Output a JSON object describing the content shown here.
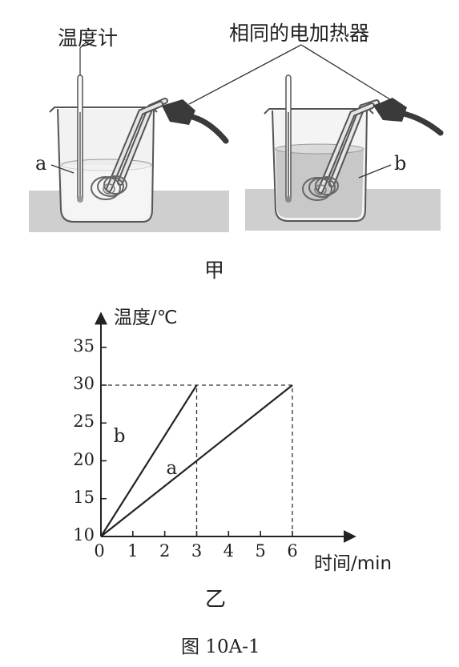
{
  "figure_a": {
    "labels": {
      "thermometer": "温度计",
      "heater": "相同的电加热器",
      "liquid_a": "a",
      "liquid_b": "b",
      "caption": "甲"
    },
    "colors": {
      "table": "#cfcfcf",
      "liquid_b": "#c8c8c8",
      "glass": "#555555",
      "plug": "#3a3a3a"
    }
  },
  "chart_data": {
    "type": "line",
    "ylabel": "温度/℃",
    "xlabel": "时间/min",
    "x_ticks": [
      "0",
      "1",
      "2",
      "3",
      "4",
      "5",
      "6"
    ],
    "y_ticks": [
      "10",
      "15",
      "20",
      "25",
      "30",
      "35"
    ],
    "xlim": [
      0,
      6.8
    ],
    "ylim": [
      10,
      38
    ],
    "grid": false,
    "series": [
      {
        "name": "b",
        "x": [
          0,
          3
        ],
        "y": [
          10,
          30
        ]
      },
      {
        "name": "a",
        "x": [
          0,
          6
        ],
        "y": [
          10,
          30
        ]
      }
    ],
    "guides": [
      {
        "x": 3,
        "y": 30
      },
      {
        "x": 6,
        "y": 30
      }
    ],
    "caption": "乙"
  },
  "figure_caption": "图 10A-1"
}
